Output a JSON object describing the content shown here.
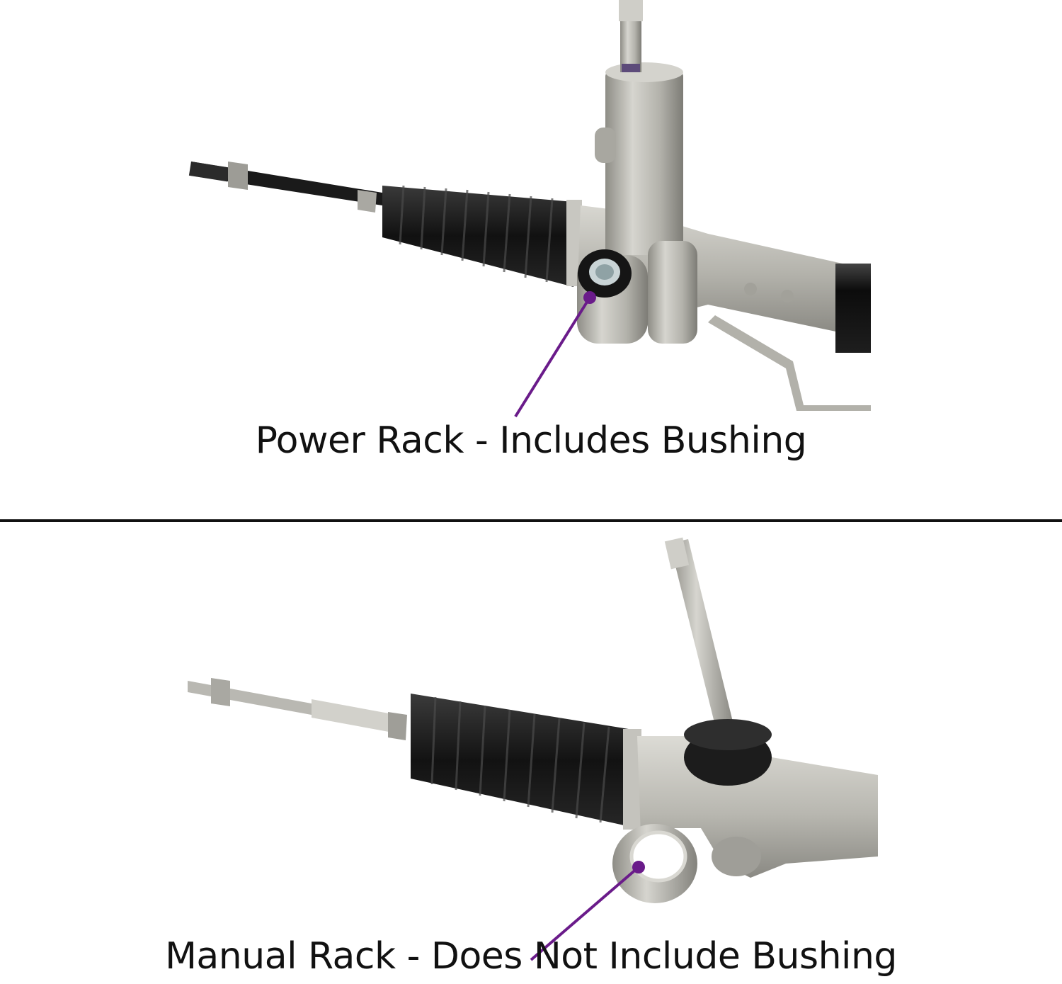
{
  "panels": {
    "power": {
      "caption": "Power Rack - Includes Bushing"
    },
    "manual": {
      "caption": "Manual Rack - Does Not Include Bushing"
    }
  },
  "colors": {
    "callout": "#6a1b8a",
    "divider": "#111111",
    "text": "#111111",
    "metal": "#b9b8b1",
    "boot": "#1b1b1b"
  },
  "icons": {
    "power_rack": "power-steering-rack-illustration",
    "manual_rack": "manual-steering-rack-illustration"
  }
}
